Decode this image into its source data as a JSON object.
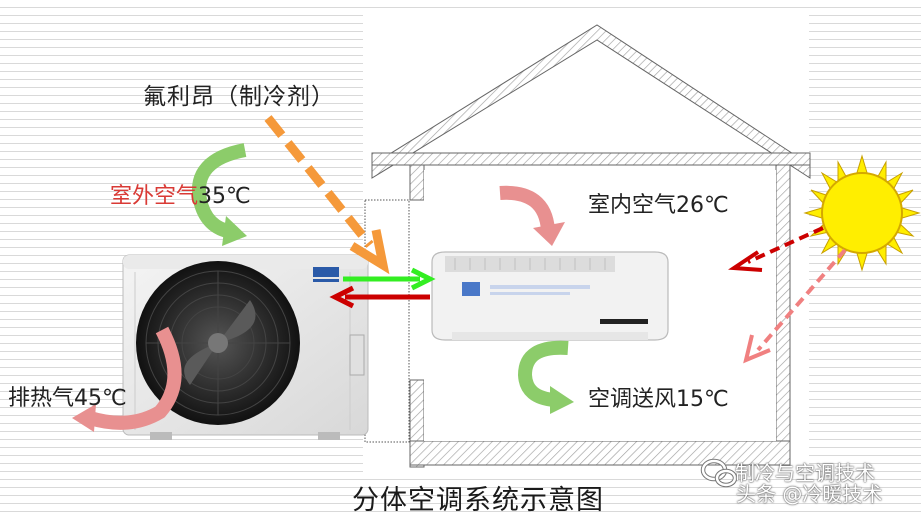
{
  "labels": {
    "refrigerant": "氟利昂（制冷剂）",
    "outdoor_air_name": "室外空气",
    "outdoor_air_temp": "35℃",
    "indoor_air": "室内空气26℃",
    "exhaust_air": "排热气45℃",
    "supply_air": "空调送风15℃"
  },
  "caption": "分体空调系统示意图",
  "watermark": {
    "line1": "制冷与空调技术",
    "line2": "头条 @冷暖技术"
  },
  "colors": {
    "outdoor_label_red": "#d93a35",
    "green_arrow": "#33ee22",
    "dark_red_arrow": "#cc0000",
    "refrigerant_arrow": "#f5993a",
    "sun_yellow": "#ffee00",
    "sunray_red": "#cc0000",
    "sunray_pink": "#f08080",
    "house_wall": "#888888",
    "warm_arrow": "#e89090",
    "cool_arrow": "#8ccc6a"
  },
  "icons": [
    "sun-icon",
    "outdoor-unit-icon",
    "indoor-unit-icon",
    "house-icon",
    "wechat-icon"
  ]
}
